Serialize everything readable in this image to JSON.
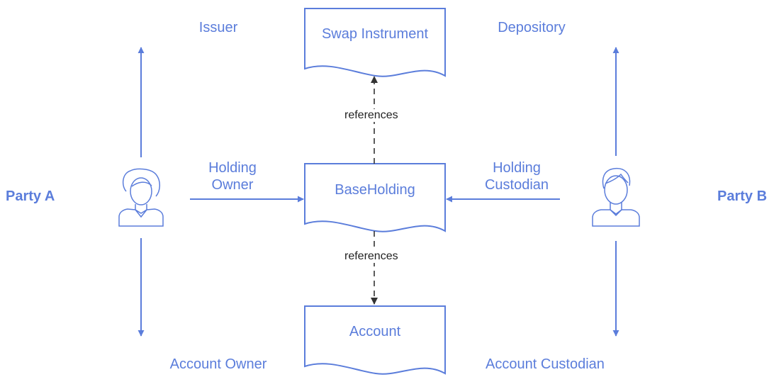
{
  "parties": {
    "a": "Party A",
    "b": "Party B"
  },
  "documents": {
    "top": "Swap Instrument",
    "middle": "BaseHolding",
    "bottom": "Account"
  },
  "edges": {
    "issuer": "Issuer",
    "depository": "Depository",
    "holding_owner_1": "Holding",
    "holding_owner_2": "Owner",
    "holding_custodian_1": "Holding",
    "holding_custodian_2": "Custodian",
    "account_owner": "Account Owner",
    "account_custodian": "Account Custodian",
    "references_upper": "references",
    "references_lower": "references"
  },
  "colors": {
    "accent": "#5b7ddb",
    "dashed": "#333333"
  },
  "icons": {
    "party_a": "female-user-icon",
    "party_b": "male-user-icon"
  }
}
